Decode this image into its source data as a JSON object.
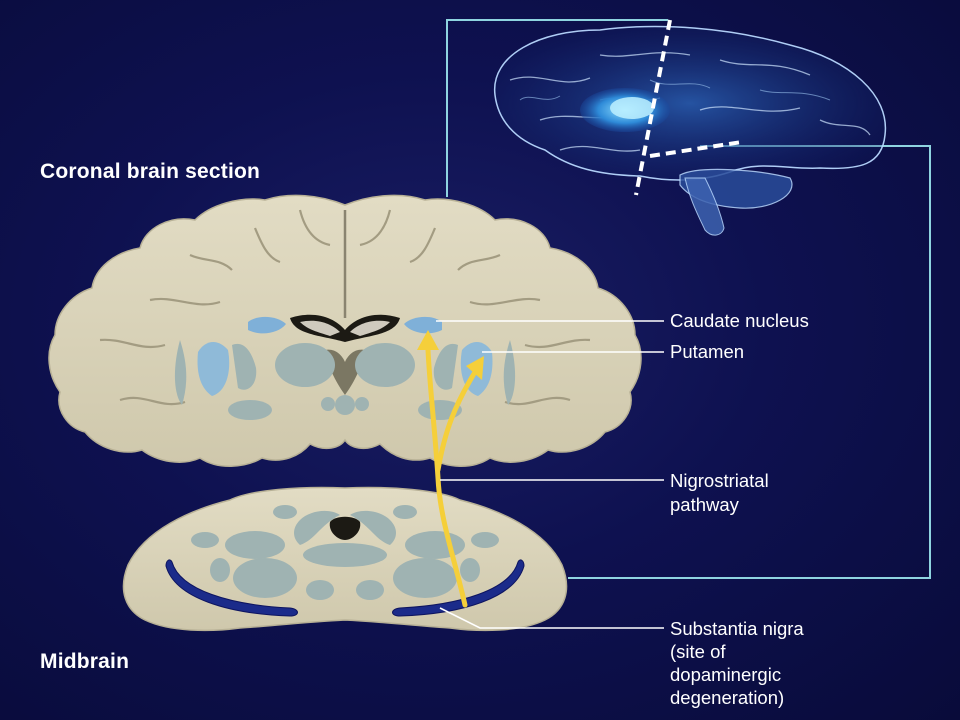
{
  "titles": {
    "coronal": "Coronal brain section",
    "midbrain": "Midbrain"
  },
  "labels": {
    "caudate": "Caudate nucleus",
    "putamen": "Putamen",
    "pathway_line1": "Nigrostriatal",
    "pathway_line2": "pathway",
    "nigra_line1": "Substantia nigra",
    "nigra_line2": "(site of",
    "nigra_line3": "dopaminergic",
    "nigra_line4": "degeneration)"
  },
  "colors": {
    "background": "#0e1150",
    "tissue": "#d8d2b8",
    "nucleus_blue": "#7fb0d8",
    "structure_gray": "#9fb3b2",
    "pathway_yellow": "#f5cf3a",
    "nigra_dark_blue": "#1b2b8a",
    "guide_line": "#8fd4e0"
  }
}
